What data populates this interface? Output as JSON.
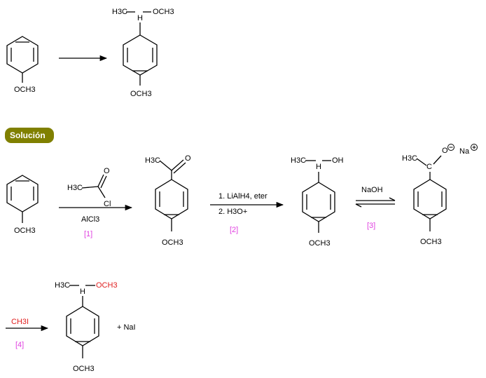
{
  "problem": {
    "reactant_label": "OCH3",
    "product_top": {
      "h3c": "H3C",
      "h": "H",
      "och3_sub": "OCH3",
      "och3_bottom": "OCH3"
    }
  },
  "solution": {
    "badge": "Solución",
    "step1": {
      "reagent_h3c": "H3C",
      "reagent_o": "O",
      "reagent_cl": "Cl",
      "catalyst": "AlCl3",
      "tag": "[1]",
      "start_label": "OCH3",
      "product": {
        "h3c": "H3C",
        "o": "O",
        "och3": "OCH3"
      }
    },
    "step2": {
      "line1": "1. LiAlH4, eter",
      "line2": "2. H3O+",
      "tag": "[2]",
      "product": {
        "h3c": "H3C",
        "h": "H",
        "oh": "OH",
        "och3": "OCH3"
      }
    },
    "step3": {
      "reagent": "NaOH",
      "tag": "[3]",
      "product": {
        "h3c": "H3C",
        "c": "C",
        "o": "O",
        "na": "Na",
        "och3": "OCH3"
      }
    },
    "step4": {
      "reagent": "CH3I",
      "tag": "[4]",
      "product": {
        "h3c": "H3C",
        "h": "H",
        "och3_red": "OCH3",
        "och3": "OCH3"
      },
      "byproduct": "+ NaI"
    }
  },
  "colors": {
    "badge": "#808000",
    "tag": "#e040e0",
    "highlight": "#e02020"
  }
}
